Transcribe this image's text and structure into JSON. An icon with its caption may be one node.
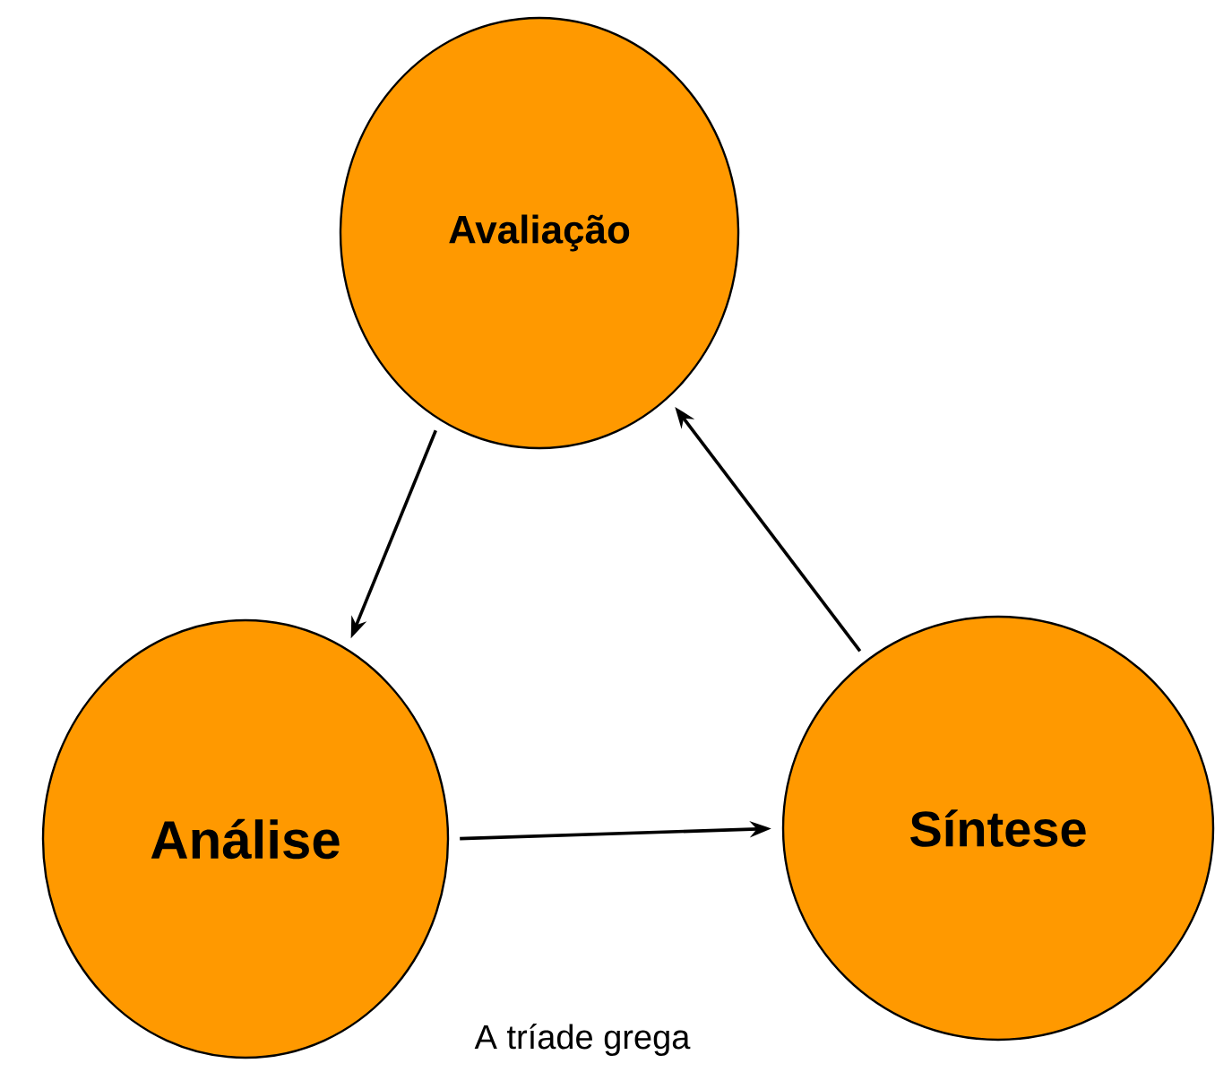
{
  "diagram": {
    "caption": "A tríade grega",
    "nodes": [
      {
        "text": [
          "Avaliação"
        ]
      },
      {
        "text": [
          "Análise"
        ]
      },
      {
        "text": [
          "Síntese"
        ]
      }
    ],
    "edges": [
      {
        "from": 0,
        "to": 1,
        "arrow": "to"
      },
      {
        "from": 1,
        "to": 2,
        "arrow": "to"
      },
      {
        "from": 2,
        "to": 0,
        "arrow": "to"
      }
    ]
  }
}
